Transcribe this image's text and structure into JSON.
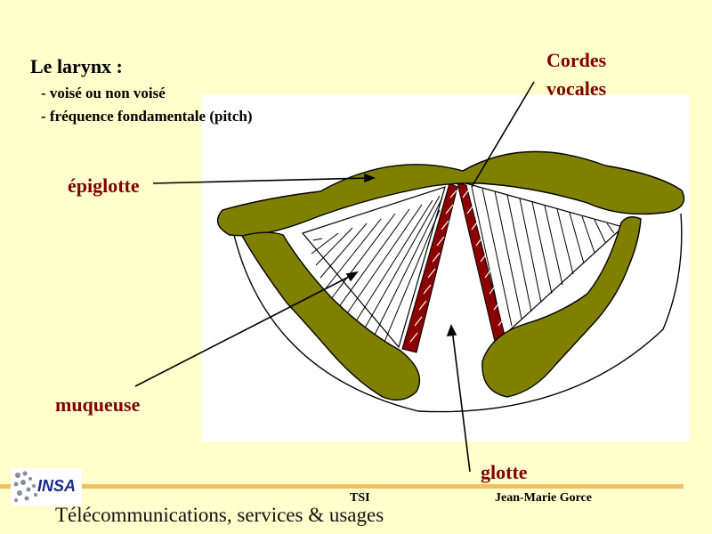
{
  "heading": {
    "title": "Le larynx :",
    "bullets": [
      "- voisé ou non voisé",
      "- fréquence fondamentale (pitch)"
    ]
  },
  "labels": {
    "cordes_line1": "Cordes",
    "cordes_line2": "vocales",
    "epiglotte": "épiglotte",
    "muqueuse": "muqueuse",
    "glotte": "glotte"
  },
  "footer": {
    "logo_text": "INSA",
    "center": "TSI",
    "right": "Jean-Marie Gorce",
    "subtitle": "Télécommunications, services & usages"
  },
  "colors": {
    "background": "#ffffcc",
    "label": "#800000",
    "tissue": "#808000",
    "cords": "#8b0000",
    "footer_line": "#f0c060",
    "logo_blue": "#1a2a8a"
  }
}
